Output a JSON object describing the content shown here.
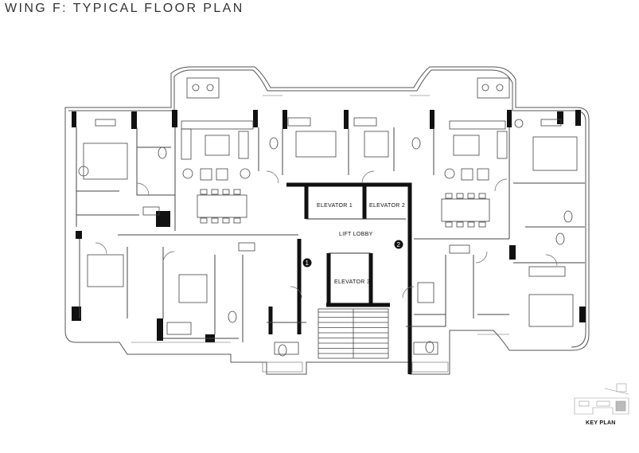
{
  "title": "WING F: TYPICAL FLOOR PLAN",
  "labels": {
    "elevator_1": "ELEVATOR 1",
    "elevator_2": "ELEVATOR 2",
    "elevator_3": "ELEVATOR 3",
    "lift_lobby": "LIFT LOBBY",
    "marker_1": "1",
    "marker_2": "2"
  },
  "key_plan": {
    "label": "KEY PLAN"
  },
  "colors": {
    "wall": "#111111",
    "line": "#555555",
    "background": "#ffffff"
  }
}
